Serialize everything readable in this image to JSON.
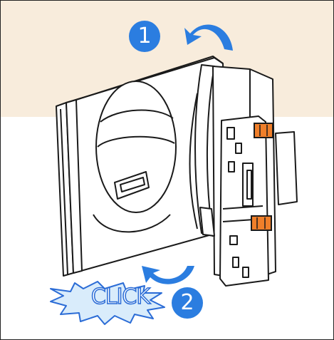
{
  "steps": [
    {
      "number": "1",
      "action": "rotate-open"
    },
    {
      "number": "2",
      "action": "press-close"
    }
  ],
  "click_text": "CLICK",
  "icons": [
    "arrow-curved-left-icon",
    "arrow-curved-left-icon",
    "starburst-icon"
  ],
  "colors": {
    "accent_blue": "#2b7de0",
    "light_blue": "#d9ecfb",
    "band": "#f8ecdc",
    "latch_orange": "#f07f2a",
    "outline": "#1a1a1a"
  }
}
